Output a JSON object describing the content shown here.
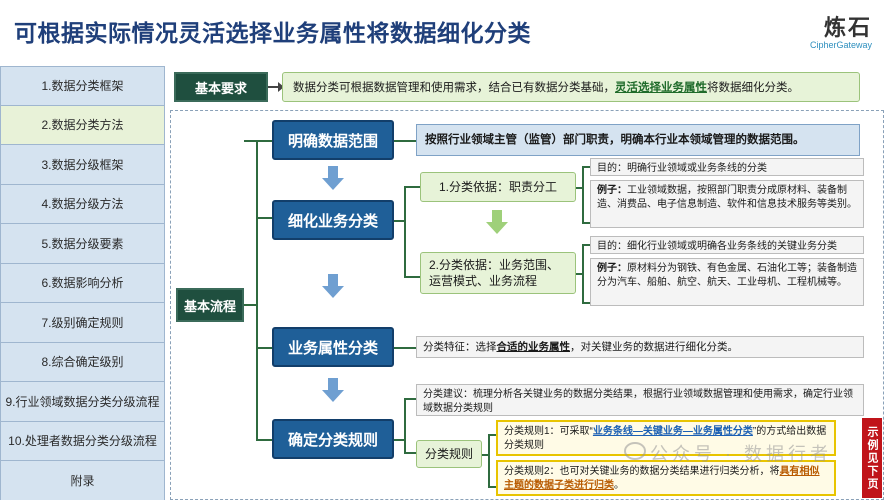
{
  "header": {
    "title": "可根据实际情况灵活选择业务属性将数据细化分类",
    "brand_logo": "炼石",
    "brand_sub": "CipherGateway"
  },
  "sidebar": {
    "items": [
      {
        "label": "1.数据分类框架"
      },
      {
        "label": "2.数据分类方法"
      },
      {
        "label": "3.数据分级框架"
      },
      {
        "label": "4.数据分级方法"
      },
      {
        "label": "5.数据分级要素"
      },
      {
        "label": "6.数据影响分析"
      },
      {
        "label": "7.级别确定规则"
      },
      {
        "label": "8.综合确定级别"
      },
      {
        "label": "9.行业领域数据分类分级流程"
      },
      {
        "label": "10.处理者数据分类分级流程"
      },
      {
        "label": "附录"
      }
    ],
    "active_index": 1
  },
  "requirement": {
    "label": "基本要求",
    "text_a": "数据分类可根据数据管理和使用需求，结合已有数据分类基础，",
    "text_hl": "灵活选择业务属性",
    "text_b": "将数据细化分类。"
  },
  "flow": {
    "label": "基本流程",
    "steps": [
      {
        "label": "明确数据范围"
      },
      {
        "label": "细化业务分类"
      },
      {
        "label": "业务属性分类"
      },
      {
        "label": "确定分类规则"
      }
    ],
    "scope_text": "按照行业领域主管（监管）部门职责，明确本行业本领域管理的数据范围。",
    "basis1": {
      "label": "1.分类依据：职责分工",
      "purpose": "目的：明确行业领域或业务条线的分类",
      "example_key": "例子：",
      "example": "工业领域数据，按照部门职责分成原材料、装备制造、消费品、电子信息制造、软件和信息技术服务等类别。"
    },
    "basis2": {
      "label": "2.分类依据：业务范围、运营模式、业务流程",
      "purpose": "目的：细化行业领域或明确各业务条线的关键业务分类",
      "example_key": "例子：",
      "example": "原材料分为钢铁、有色金属、石油化工等；装备制造分为汽车、船舶、航空、航天、工业母机、工程机械等。"
    },
    "attr_feature_a": "分类特征：选择",
    "attr_feature_hl": "合适的业务属性",
    "attr_feature_b": "，对关键业务的数据进行细化分类。",
    "rule_advice": "分类建议：梳理分析各关键业务的数据分类结果，根据行业领域数据管理和使用需求，确定行业领域数据分类规则",
    "rule_label": "分类规则",
    "rule1_a": "分类规则1：可采取“",
    "rule1_hl": "业务条线—关键业务—业务属性分类",
    "rule1_b": "”的方式给出数据分类规则",
    "rule2_a": "分类规则2：也可对关键业务的数据分类结果进行归类分析，将",
    "rule2_hl": "具有相似主题的数据子类进行归类",
    "rule2_b": "。",
    "example_tag": "示例见下页"
  },
  "watermark": "公众号 · 数据行者",
  "colors": {
    "title": "#1f3f7a",
    "step_blue": "#1f5f98",
    "label_green": "#1f4f3f",
    "light_blue": "#d5e3f0",
    "light_green": "#e7f3d8",
    "example_red": "#c0141a"
  }
}
